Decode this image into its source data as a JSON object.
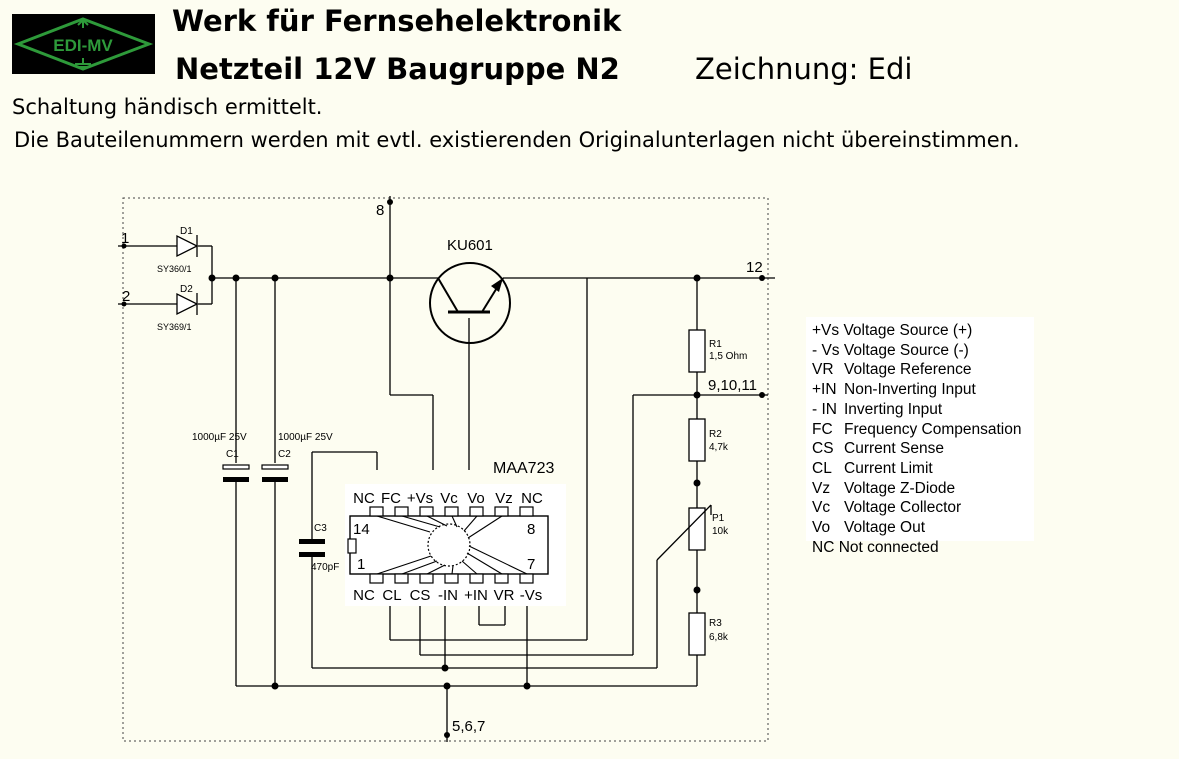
{
  "logo": {
    "text": "EDI-MV"
  },
  "header": {
    "line1": "Werk für Fernsehelektronik",
    "line2": "Netzteil 12V Baugruppe N2",
    "drawing": "Zeichnung: Edi"
  },
  "notes": {
    "line1": "Schaltung händisch ermittelt.",
    "line2": "Die Bauteilenummern werden mit evtl. existierenden Originalunterlagen nicht übereinstimmen."
  },
  "pins": {
    "p1": "1",
    "p2": "2",
    "p8": "8",
    "p12": "12",
    "p91011": "9,10,11",
    "p567": "5,6,7"
  },
  "components": {
    "d1": {
      "ref": "D1",
      "type": "SY360/1"
    },
    "d2": {
      "ref": "D2",
      "type": "SY369/1"
    },
    "c1": {
      "ref": "C1",
      "value": "1000µF 25V"
    },
    "c2": {
      "ref": "C2",
      "value": "1000µF 25V"
    },
    "c3": {
      "ref": "C3",
      "value": "470pF"
    },
    "transistor": "KU601",
    "r1": {
      "ref": "R1",
      "value": "1,5 Ohm"
    },
    "r2": {
      "ref": "R2",
      "value": "4,7k"
    },
    "p1": {
      "ref": "P1",
      "value": "10k"
    },
    "r3": {
      "ref": "R3",
      "value": "6,8k"
    }
  },
  "ic": {
    "name": "MAA723",
    "pin14": "14",
    "pin8": "8",
    "pin1": "1",
    "pin7": "7",
    "top_labels": [
      "NC",
      "FC",
      "+Vs",
      "Vc",
      "Vo",
      "Vz",
      "NC"
    ],
    "bottom_labels": [
      "NC",
      "CL",
      "CS",
      "-IN",
      "+IN",
      "VR",
      "-Vs"
    ]
  },
  "legend": [
    {
      "abbr": "+Vs",
      "desc": "Voltage Source (+)"
    },
    {
      "abbr": "- Vs",
      "desc": "Voltage Source (-)"
    },
    {
      "abbr": "VR",
      "desc": "Voltage Reference"
    },
    {
      "abbr": "+IN",
      "desc": "Non-Inverting Input"
    },
    {
      "abbr": "- IN",
      "desc": "Inverting Input"
    },
    {
      "abbr": "FC",
      "desc": "Frequency Compensation"
    },
    {
      "abbr": "CS",
      "desc": "Current Sense"
    },
    {
      "abbr": "CL",
      "desc": "Current Limit"
    },
    {
      "abbr": "Vz",
      "desc": "Voltage Z-Diode"
    },
    {
      "abbr": "Vc",
      "desc": "Voltage Collector"
    },
    {
      "abbr": "Vo",
      "desc": "Voltage Out"
    },
    {
      "abbr": "NC",
      "desc": "Not connected"
    }
  ]
}
